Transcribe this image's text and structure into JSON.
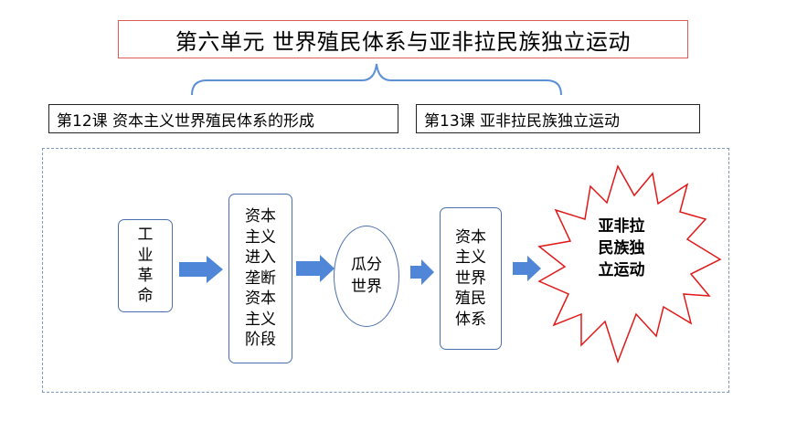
{
  "unit_title": "第六单元  世界殖民体系与亚非拉民族独立运动",
  "lessons": [
    {
      "label": "第12课  资本主义世界殖民体系的形成"
    },
    {
      "label": "第13课  亚非拉民族独立运动"
    }
  ],
  "flow": [
    {
      "lines": [
        "工",
        "业",
        "革",
        "命"
      ]
    },
    {
      "lines": [
        "资本",
        "主义",
        "进入",
        "垄断",
        "资本",
        "主义",
        "阶段"
      ]
    },
    {
      "lines": [
        "瓜分",
        "世界"
      ]
    },
    {
      "lines": [
        "资本",
        "主义",
        "世界",
        "殖民",
        "体系"
      ]
    },
    {
      "lines": [
        "亚非拉",
        "民族独",
        "立运动"
      ]
    }
  ],
  "colors": {
    "title_border": "#e05a5a",
    "brace": "#5b8fd6",
    "node_border": "#4a6fae",
    "arrow": "#4f86d8",
    "burst_border": "#e01818"
  }
}
